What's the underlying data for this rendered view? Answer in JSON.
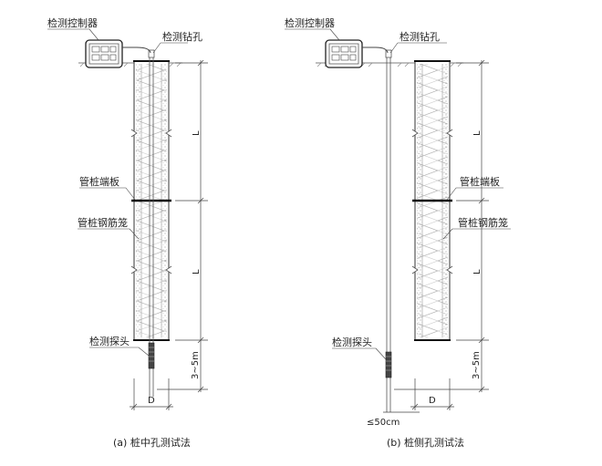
{
  "labels": {
    "controller": "检测控制器",
    "drill_hole": "检测钻孔",
    "end_plate": "管桩端板",
    "cage": "管桩钢筋笼",
    "probe": "检测探头",
    "dim_L": "L",
    "dim_depth": "3~5m",
    "dim_D": "D",
    "dim_offset": "≤50cm"
  },
  "captions": {
    "a": "(a)  桩中孔测试法",
    "b": "(b)  桩侧孔测试法"
  }
}
